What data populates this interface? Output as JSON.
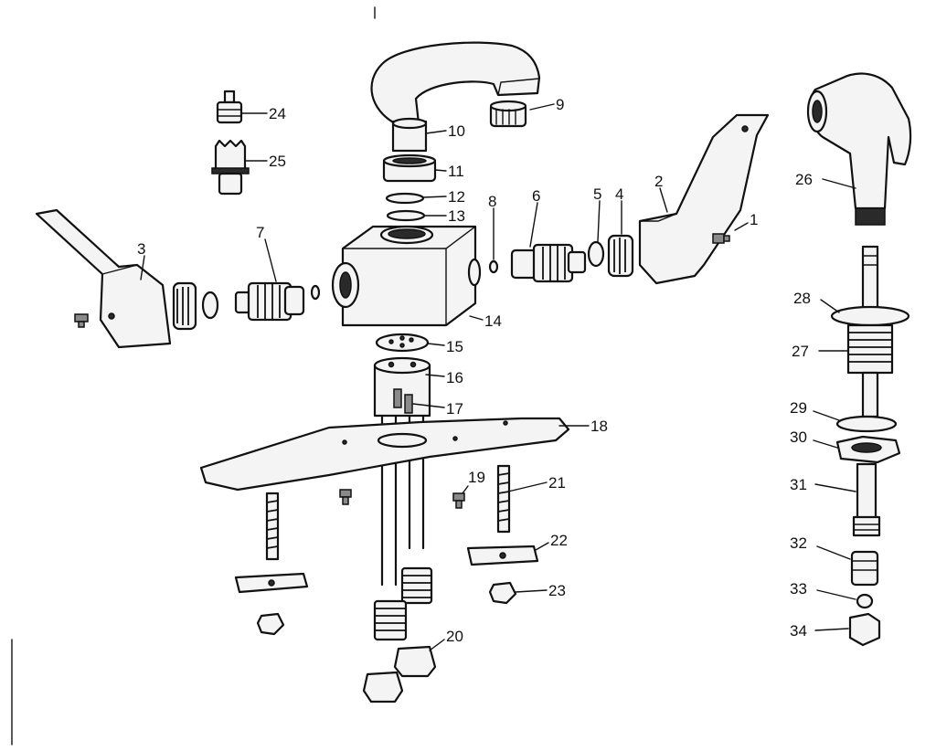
{
  "diagram": {
    "callouts": [
      {
        "id": "p1",
        "text": "1"
      },
      {
        "id": "p2",
        "text": "2"
      },
      {
        "id": "p3",
        "text": "3"
      },
      {
        "id": "p4",
        "text": "4"
      },
      {
        "id": "p5",
        "text": "5"
      },
      {
        "id": "p6",
        "text": "6"
      },
      {
        "id": "p7",
        "text": "7"
      },
      {
        "id": "p8",
        "text": "8"
      },
      {
        "id": "p9",
        "text": "9"
      },
      {
        "id": "p10",
        "text": "10"
      },
      {
        "id": "p11",
        "text": "11"
      },
      {
        "id": "p12",
        "text": "12"
      },
      {
        "id": "p13",
        "text": "13"
      },
      {
        "id": "p14",
        "text": "14"
      },
      {
        "id": "p15",
        "text": "15"
      },
      {
        "id": "p16",
        "text": "16"
      },
      {
        "id": "p17",
        "text": "17"
      },
      {
        "id": "p18",
        "text": "18"
      },
      {
        "id": "p19",
        "text": "19"
      },
      {
        "id": "p20",
        "text": "20"
      },
      {
        "id": "p21",
        "text": "21"
      },
      {
        "id": "p22",
        "text": "22"
      },
      {
        "id": "p23",
        "text": "23"
      },
      {
        "id": "p24",
        "text": "24"
      },
      {
        "id": "p25",
        "text": "25"
      },
      {
        "id": "p26",
        "text": "26"
      },
      {
        "id": "p27",
        "text": "27"
      },
      {
        "id": "p28",
        "text": "28"
      },
      {
        "id": "p29",
        "text": "29"
      },
      {
        "id": "p30",
        "text": "30"
      },
      {
        "id": "p31",
        "text": "31"
      },
      {
        "id": "p32",
        "text": "32"
      },
      {
        "id": "p33",
        "text": "33"
      },
      {
        "id": "p34",
        "text": "34"
      }
    ]
  }
}
